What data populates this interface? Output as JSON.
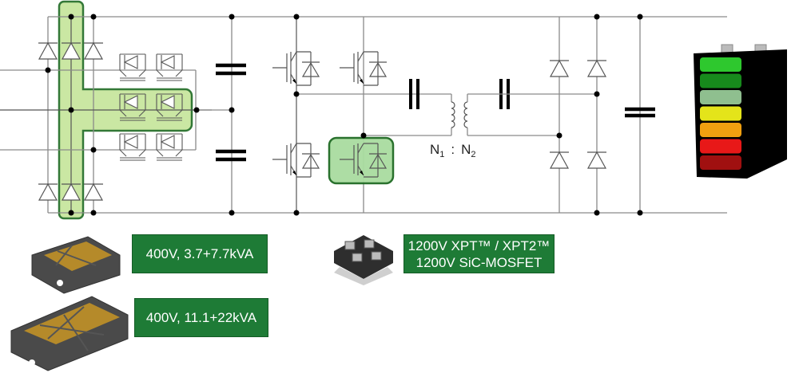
{
  "diagram": {
    "title": "",
    "stages": [
      {
        "id": "vienna-rectifier",
        "name": "T-type PFC front end",
        "highlighted": true
      },
      {
        "id": "dc-link",
        "name": "Split DC link capacitors"
      },
      {
        "id": "full-bridge",
        "name": "Full-bridge inverter",
        "highlighted_switch": "lower-right"
      },
      {
        "id": "resonant-tank",
        "name": "Series capacitors + transformer"
      },
      {
        "id": "output-rectifier",
        "name": "Diode bridge rectifier"
      },
      {
        "id": "output-capacitor",
        "name": "Output capacitor"
      },
      {
        "id": "battery",
        "name": "Battery"
      }
    ],
    "transformer_ratio": {
      "primary": "N",
      "primary_sub": "1",
      "separator": ":",
      "secondary": "N",
      "secondary_sub": "2"
    },
    "colors": {
      "highlight_fill": "#c5e59a",
      "highlight_border": "#1e6a22",
      "label_box": "#1e7b36",
      "wire": "#8a8a8a"
    }
  },
  "labels": {
    "module_small": "400V, 3.7+7.7kVA",
    "module_large": "400V, 11.1+22kVA",
    "discrete_line1": "1200V XPT™ / XPT2™",
    "discrete_line2": "1200V SiC-MOSFET"
  },
  "battery": {
    "segments": [
      "#2ec82e",
      "#178a1c",
      "#8fbf8f",
      "#e4e41a",
      "#f0a010",
      "#e81818",
      "#a01010"
    ]
  },
  "products": [
    {
      "name": "module-small",
      "label_ref": "labels.module_small"
    },
    {
      "name": "module-large",
      "label_ref": "labels.module_large"
    },
    {
      "name": "discrete-package",
      "label_ref": "labels.discrete_line1"
    }
  ]
}
